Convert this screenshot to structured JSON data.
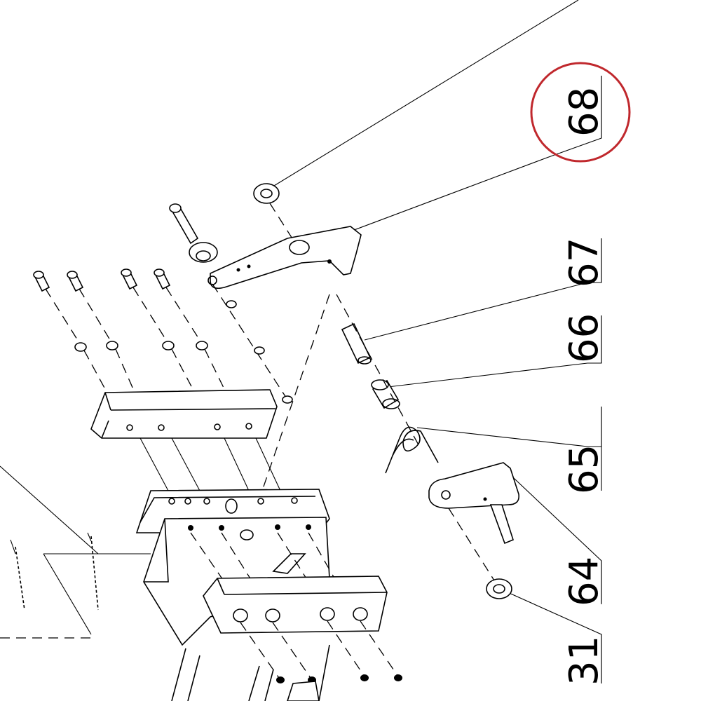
{
  "callouts": [
    {
      "id": "callout-68",
      "label": "68"
    },
    {
      "id": "callout-67",
      "label": "67"
    },
    {
      "id": "callout-66",
      "label": "66"
    },
    {
      "id": "callout-65",
      "label": "65"
    },
    {
      "id": "callout-64",
      "label": "64"
    },
    {
      "id": "callout-31",
      "label": "31"
    }
  ],
  "highlight": {
    "color": "#c0282d",
    "target": "68"
  },
  "line_color": "#000000",
  "background": "#ffffff"
}
